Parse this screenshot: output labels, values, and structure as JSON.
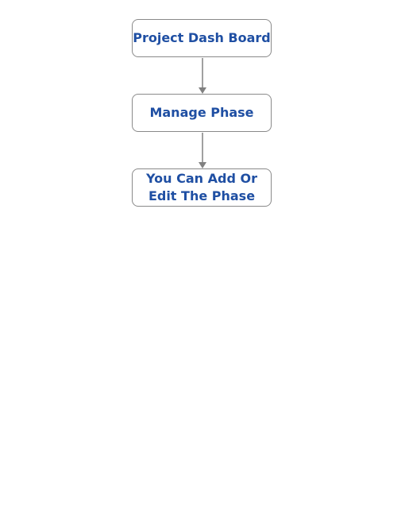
{
  "flowchart": {
    "nodes": [
      {
        "label": "Project Dash Board"
      },
      {
        "label": "Manage Phase"
      },
      {
        "label": "You Can Add Or\nEdit The Phase"
      }
    ]
  },
  "colors": {
    "node_text": "#1f4fa3",
    "node_border": "#8a8a8a",
    "connector": "#808080",
    "background": "#ffffff"
  }
}
